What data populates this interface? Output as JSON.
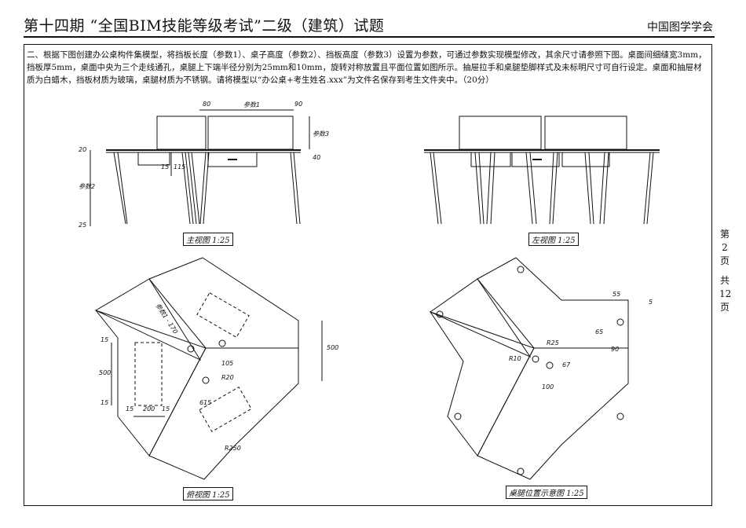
{
  "header": {
    "title": "第十四期 “全国BIM技能等级考试”二级（建筑）试题",
    "org": "中国图学学会"
  },
  "question": {
    "text": "二、根据下图创建办公桌构件集模型，将挡板长度（参数1）、桌子高度（参数2）、挡板高度（参数3）设置为参数，可通过参数实现模型修改，其余尺寸请参照下图。桌面间细缝宽3mm，挡板厚5mm，桌面中央为三个走线通孔，桌腿上下端半径分别为25mm和10mm，旋转对称放置且平面位置如图所示。抽屉拉手和桌腿垫脚样式及未标明尺寸可自行设定。桌面和抽屉材质为白蜡木，挡板材质为玻璃，桌腿材质为不锈钢。请将模型以“办公桌+考生姓名.xxx”为文件名保存到考生文件夹中。（20分）"
  },
  "views": {
    "front": "主视图 1:25",
    "left": "左视图 1:25",
    "top": "俯视图 1:25",
    "legs": "桌腿位置示意图 1:25"
  },
  "dims": {
    "d80": "80",
    "p1": "参数1",
    "d90": "90",
    "p3": "参数3",
    "d40": "40",
    "d20": "20",
    "d15": "15",
    "d115": "115",
    "p2": "参数2",
    "d25": "25",
    "p1_170": "参数1 - 170",
    "d15a": "15",
    "d500a": "500",
    "d15b": "15",
    "d15c": "15",
    "d200": "200",
    "d15d": "15",
    "d500b": "500",
    "d105": "105",
    "r20": "R20",
    "d615": "615",
    "r250": "R250",
    "d55": "55",
    "d5": "5",
    "d65": "65",
    "d90b": "90",
    "r25": "R25",
    "r10": "R10",
    "d67": "67",
    "d100": "100"
  },
  "page_index": {
    "chars": [
      "第",
      "2",
      "页",
      "",
      "共",
      "12",
      "页"
    ]
  }
}
